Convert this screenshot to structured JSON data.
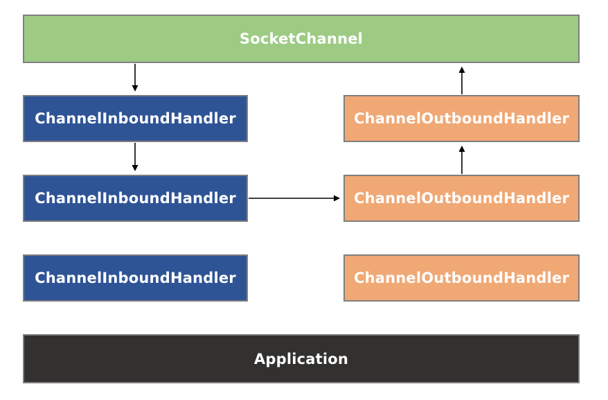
{
  "diagram": {
    "type": "channel-pipeline-diagram",
    "socket_channel": {
      "label": "SocketChannel",
      "color": "#9dcb84"
    },
    "inbound_handlers": [
      {
        "label": "ChannelInboundHandler"
      },
      {
        "label": "ChannelInboundHandler"
      },
      {
        "label": "ChannelInboundHandler"
      }
    ],
    "outbound_handlers": [
      {
        "label": "ChannelOutboundHandler"
      },
      {
        "label": "ChannelOutboundHandler"
      },
      {
        "label": "ChannelOutboundHandler"
      }
    ],
    "application": {
      "label": "Application",
      "color": "#333130"
    },
    "colors": {
      "inbound_blue": "#2f5496",
      "outbound_orange": "#f0a875",
      "socket_green": "#9dcb84",
      "application_dark": "#333130",
      "box_border_gray": "#7f7f7f",
      "arrow_black": "#000000",
      "text_white": "#ffffff",
      "background": "#ffffff"
    },
    "arrows": [
      {
        "name": "socket-to-inbound-1",
        "direction": "down"
      },
      {
        "name": "inbound-1-to-inbound-2",
        "direction": "down"
      },
      {
        "name": "inbound-2-to-outbound-2",
        "direction": "right"
      },
      {
        "name": "outbound-2-to-outbound-1",
        "direction": "up"
      },
      {
        "name": "outbound-1-to-socket",
        "direction": "up"
      }
    ]
  }
}
